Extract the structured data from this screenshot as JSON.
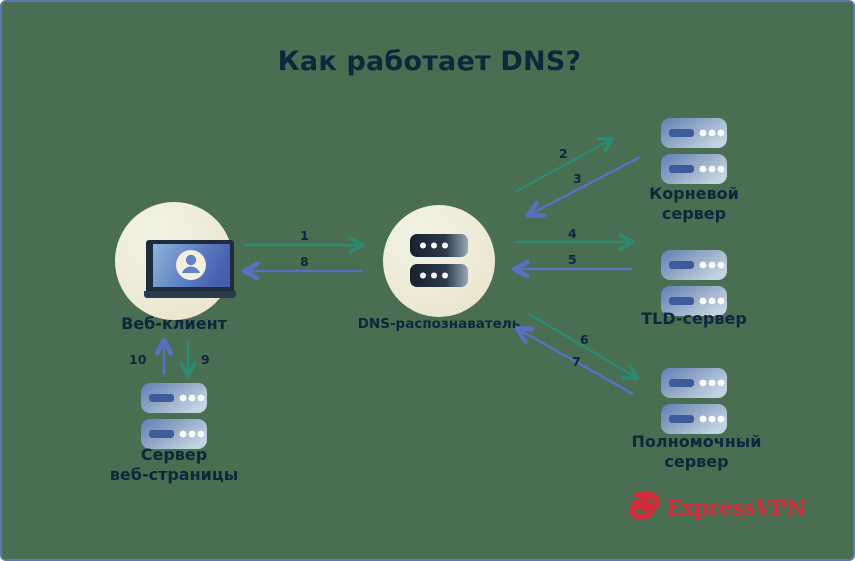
{
  "page": {
    "title": "Как работает DNS?",
    "background_color": "#4a6e51",
    "border_color": "#5d77b5",
    "title_color": "#10263c",
    "request_arrow_color": "#2a8b72",
    "response_arrow_color": "#5a6fc0"
  },
  "nodes": {
    "web_client": {
      "label": "Веб-клиент",
      "icon": "laptop-user-icon"
    },
    "dns_resolver": {
      "label": "DNS-распознаватель",
      "icon": "server-rack-icon"
    },
    "root_server": {
      "label": "Корневой\nсервер",
      "icon": "server-icon"
    },
    "tld_server": {
      "label": "TLD-сервер",
      "icon": "server-icon"
    },
    "authoritative_server": {
      "label": "Полномочный\nсервер",
      "icon": "server-icon"
    },
    "web_page_server": {
      "label": "Сервер\nвеб-страницы",
      "icon": "server-icon"
    }
  },
  "arrows": [
    {
      "number": "1",
      "from": "web_client",
      "to": "dns_resolver",
      "direction": "right",
      "color": "#2a8b72"
    },
    {
      "number": "2",
      "from": "dns_resolver",
      "to": "root_server",
      "direction": "up-right",
      "color": "#2a8b72"
    },
    {
      "number": "3",
      "from": "root_server",
      "to": "dns_resolver",
      "direction": "down-left",
      "color": "#5a6fc0"
    },
    {
      "number": "4",
      "from": "dns_resolver",
      "to": "tld_server",
      "direction": "right",
      "color": "#2a8b72"
    },
    {
      "number": "5",
      "from": "tld_server",
      "to": "dns_resolver",
      "direction": "left",
      "color": "#5a6fc0"
    },
    {
      "number": "6",
      "from": "dns_resolver",
      "to": "authoritative_server",
      "direction": "down-right",
      "color": "#2a8b72"
    },
    {
      "number": "7",
      "from": "authoritative_server",
      "to": "dns_resolver",
      "direction": "up-left",
      "color": "#5a6fc0"
    },
    {
      "number": "8",
      "from": "dns_resolver",
      "to": "web_client",
      "direction": "left",
      "color": "#5a6fc0"
    },
    {
      "number": "9",
      "from": "web_client",
      "to": "web_page_server",
      "direction": "down",
      "color": "#2a8b72"
    },
    {
      "number": "10",
      "from": "web_page_server",
      "to": "web_client",
      "direction": "up",
      "color": "#5a6fc0"
    }
  ],
  "logo": {
    "text": "ExpressVPN",
    "color": "#d02c39"
  }
}
